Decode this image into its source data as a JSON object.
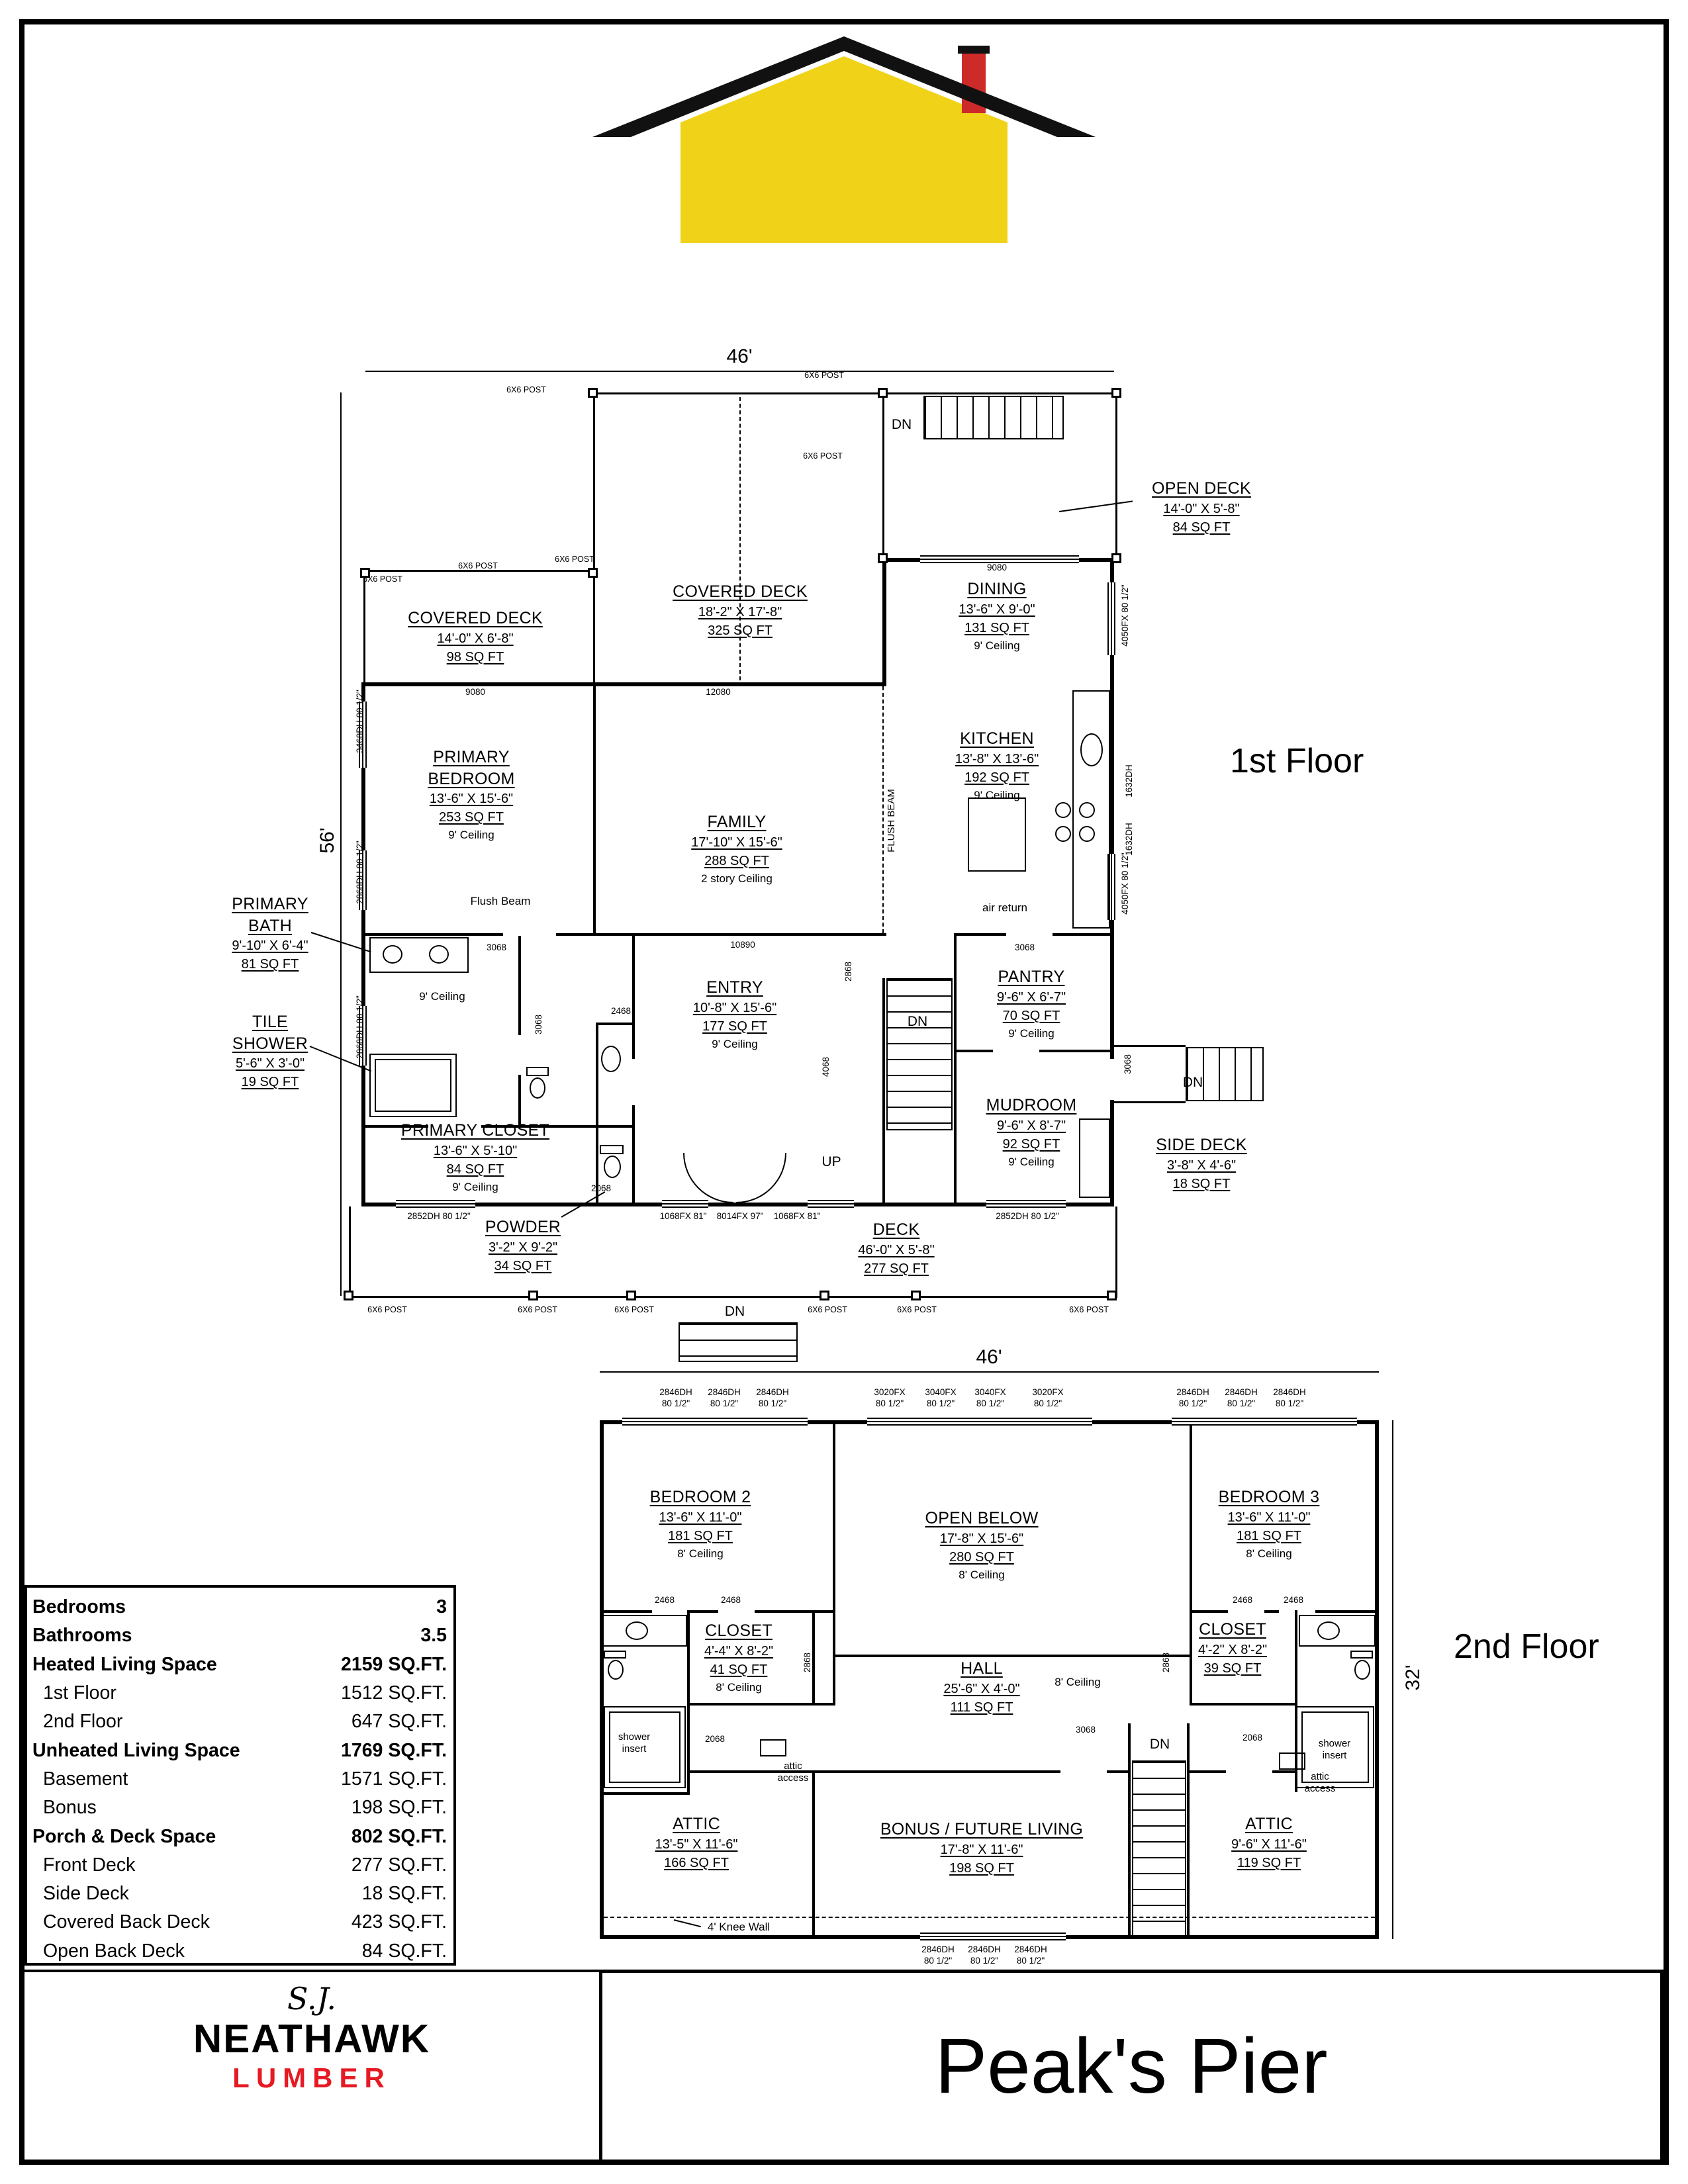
{
  "page": {
    "plan_title": "Peak's Pier",
    "floor1_title": "1st Floor",
    "floor2_title": "2nd Floor",
    "accent_red": "#e51a23",
    "logo_yellow": "#f0d319"
  },
  "logo": {
    "script": "S.J.",
    "name": "NEATHAWK",
    "sub": "LUMBER"
  },
  "stats": {
    "rows": [
      {
        "label": "Bedrooms",
        "value": "3"
      },
      {
        "label": "Bathrooms",
        "value": "3.5"
      },
      {
        "label": "Heated Living Space",
        "value": "2159 SQ.FT."
      },
      {
        "label": "1st Floor",
        "value": "1512 SQ.FT."
      },
      {
        "label": "2nd Floor",
        "value": "647 SQ.FT."
      },
      {
        "label": "Unheated Living Space",
        "value": "1769 SQ.FT."
      },
      {
        "label": "Basement",
        "value": "1571 SQ.FT."
      },
      {
        "label": "Bonus",
        "value": "198 SQ.FT."
      },
      {
        "label": "Porch & Deck Space",
        "value": "802 SQ.FT."
      },
      {
        "label": "Front Deck",
        "value": "277 SQ.FT."
      },
      {
        "label": "Side Deck",
        "value": "18 SQ.FT."
      },
      {
        "label": "Covered Back Deck",
        "value": "423 SQ.FT."
      },
      {
        "label": "Open Back Deck",
        "value": "84 SQ.FT."
      }
    ]
  },
  "floor1": {
    "dim_width": "46'",
    "dim_depth": "56'",
    "post_label": "6X6 POST",
    "rooms": [
      {
        "name": "OPEN DECK",
        "dims": "14'-0\" X 5'-8\"",
        "area": "84 SQ FT"
      },
      {
        "name": "COVERED DECK",
        "dims": "14'-0\" X 6'-8\"",
        "area": "98 SQ FT"
      },
      {
        "name": "COVERED DECK",
        "dims": "18'-2\" X 17'-8\"",
        "area": "325 SQ FT"
      },
      {
        "name": "DINING",
        "dims": "13'-6\" X 9'-0\"",
        "area": "131 SQ FT",
        "ceiling": "9' Ceiling"
      },
      {
        "name": "KITCHEN",
        "dims": "13'-8\" X 13'-6\"",
        "area": "192 SQ FT",
        "ceiling": "9' Ceiling"
      },
      {
        "name": "PRIMARY\nBEDROOM",
        "dims": "13'-6\" X 15'-6\"",
        "area": "253 SQ FT",
        "ceiling": "9' Ceiling"
      },
      {
        "name": "FAMILY",
        "dims": "17'-10\" X 15'-6\"",
        "area": "288 SQ FT",
        "ceiling": "2 story Ceiling"
      },
      {
        "name": "PRIMARY\nBATH",
        "dims": "9'-10\" X 6'-4\"",
        "area": "81 SQ FT"
      },
      {
        "name": "TILE\nSHOWER",
        "dims": "5'-6\" X 3'-0\"",
        "area": "19 SQ FT"
      },
      {
        "name": "PRIMARY CLOSET",
        "dims": "13'-6\" X 5'-10\"",
        "area": "84 SQ FT",
        "ceiling": "9' Ceiling"
      },
      {
        "name": "POWDER",
        "dims": "3'-2\" X 9'-2\"",
        "area": "34 SQ FT"
      },
      {
        "name": "ENTRY",
        "dims": "10'-8\" X 15'-6\"",
        "area": "177 SQ FT",
        "ceiling": "9' Ceiling"
      },
      {
        "name": "PANTRY",
        "dims": "9'-6\" X 6'-7\"",
        "area": "70 SQ FT",
        "ceiling": "9' Ceiling"
      },
      {
        "name": "MUDROOM",
        "dims": "9'-6\" X 8'-7\"",
        "area": "92 SQ FT",
        "ceiling": "9' Ceiling"
      },
      {
        "name": "SIDE DECK",
        "dims": "3'-8\" X 4'-6\"",
        "area": "18 SQ FT"
      },
      {
        "name": "DECK",
        "dims": "46'-0\" X 5'-8\"",
        "area": "277 SQ FT"
      }
    ],
    "annotations": [
      "DN",
      "DN",
      "UP",
      "DN",
      "DN",
      "Flush Beam",
      "FLUSH BEAM",
      "air return",
      "9' Ceiling"
    ],
    "marks": [
      "9080",
      "9080",
      "12080",
      "10890",
      "4050FX 80 1/2\"",
      "4050FX 80 1/2\"",
      "1632DH",
      "1632DH",
      "3468DH 80 1/2\"",
      "2868DH 80 1/2\"",
      "2868DH 80 1/2\"",
      "2852DH 80 1/2\"",
      "1068FX 81\"",
      "8014FX 97\"",
      "1068FX 81\"",
      "2852DH 80 1/2\"",
      "3068",
      "3068",
      "2468",
      "2868",
      "4068",
      "3068",
      "3068",
      "2068"
    ]
  },
  "floor2": {
    "dim_width": "46'",
    "dim_depth": "32'",
    "rooms": [
      {
        "name": "BEDROOM 2",
        "dims": "13'-6\" X 11'-0\"",
        "area": "181 SQ FT",
        "ceiling": "8' Ceiling"
      },
      {
        "name": "OPEN BELOW",
        "dims": "17'-8\" X 15'-6\"",
        "area": "280 SQ FT",
        "ceiling": "8' Ceiling"
      },
      {
        "name": "BEDROOM 3",
        "dims": "13'-6\" X 11'-0\"",
        "area": "181 SQ FT",
        "ceiling": "8' Ceiling"
      },
      {
        "name": "CLOSET",
        "dims": "4'-4\" X 8'-2\"",
        "area": "41 SQ FT",
        "ceiling": "8' Ceiling"
      },
      {
        "name": "HALL",
        "dims": "25'-6\" X 4'-0\"",
        "area": "111 SQ FT"
      },
      {
        "name": "CLOSET",
        "dims": "4'-2\" X 8'-2\"",
        "area": "39 SQ FT"
      },
      {
        "name": "ATTIC",
        "dims": "13'-5\" X 11'-6\"",
        "area": "166 SQ FT"
      },
      {
        "name": "BONUS / FUTURE LIVING",
        "dims": "17'-8\" X 11'-6\"",
        "area": "198 SQ FT"
      },
      {
        "name": "ATTIC",
        "dims": "9'-6\" X 11'-6\"",
        "area": "119 SQ FT"
      }
    ],
    "annotations": [
      "shower\ninsert",
      "shower\ninsert",
      "attic\naccess",
      "attic\naccess",
      "DN",
      "4' Knee Wall",
      "8' Ceiling"
    ],
    "marks": [
      "2846DH\n80 1/2\"",
      "2846DH\n80 1/2\"",
      "2846DH\n80 1/2\"",
      "3020FX\n80 1/2\"",
      "3040FX\n80 1/2\"",
      "3040FX\n80 1/2\"",
      "3020FX\n80 1/2\"",
      "2846DH\n80 1/2\"",
      "2846DH\n80 1/2\"",
      "2846DH\n80 1/2\"",
      "2846DH\n80 1/2\"",
      "2846DH\n80 1/2\"",
      "2846DH\n80 1/2\"",
      "2468",
      "2468",
      "2468",
      "2468",
      "2868",
      "2868",
      "3068",
      "2068",
      "2068"
    ]
  }
}
